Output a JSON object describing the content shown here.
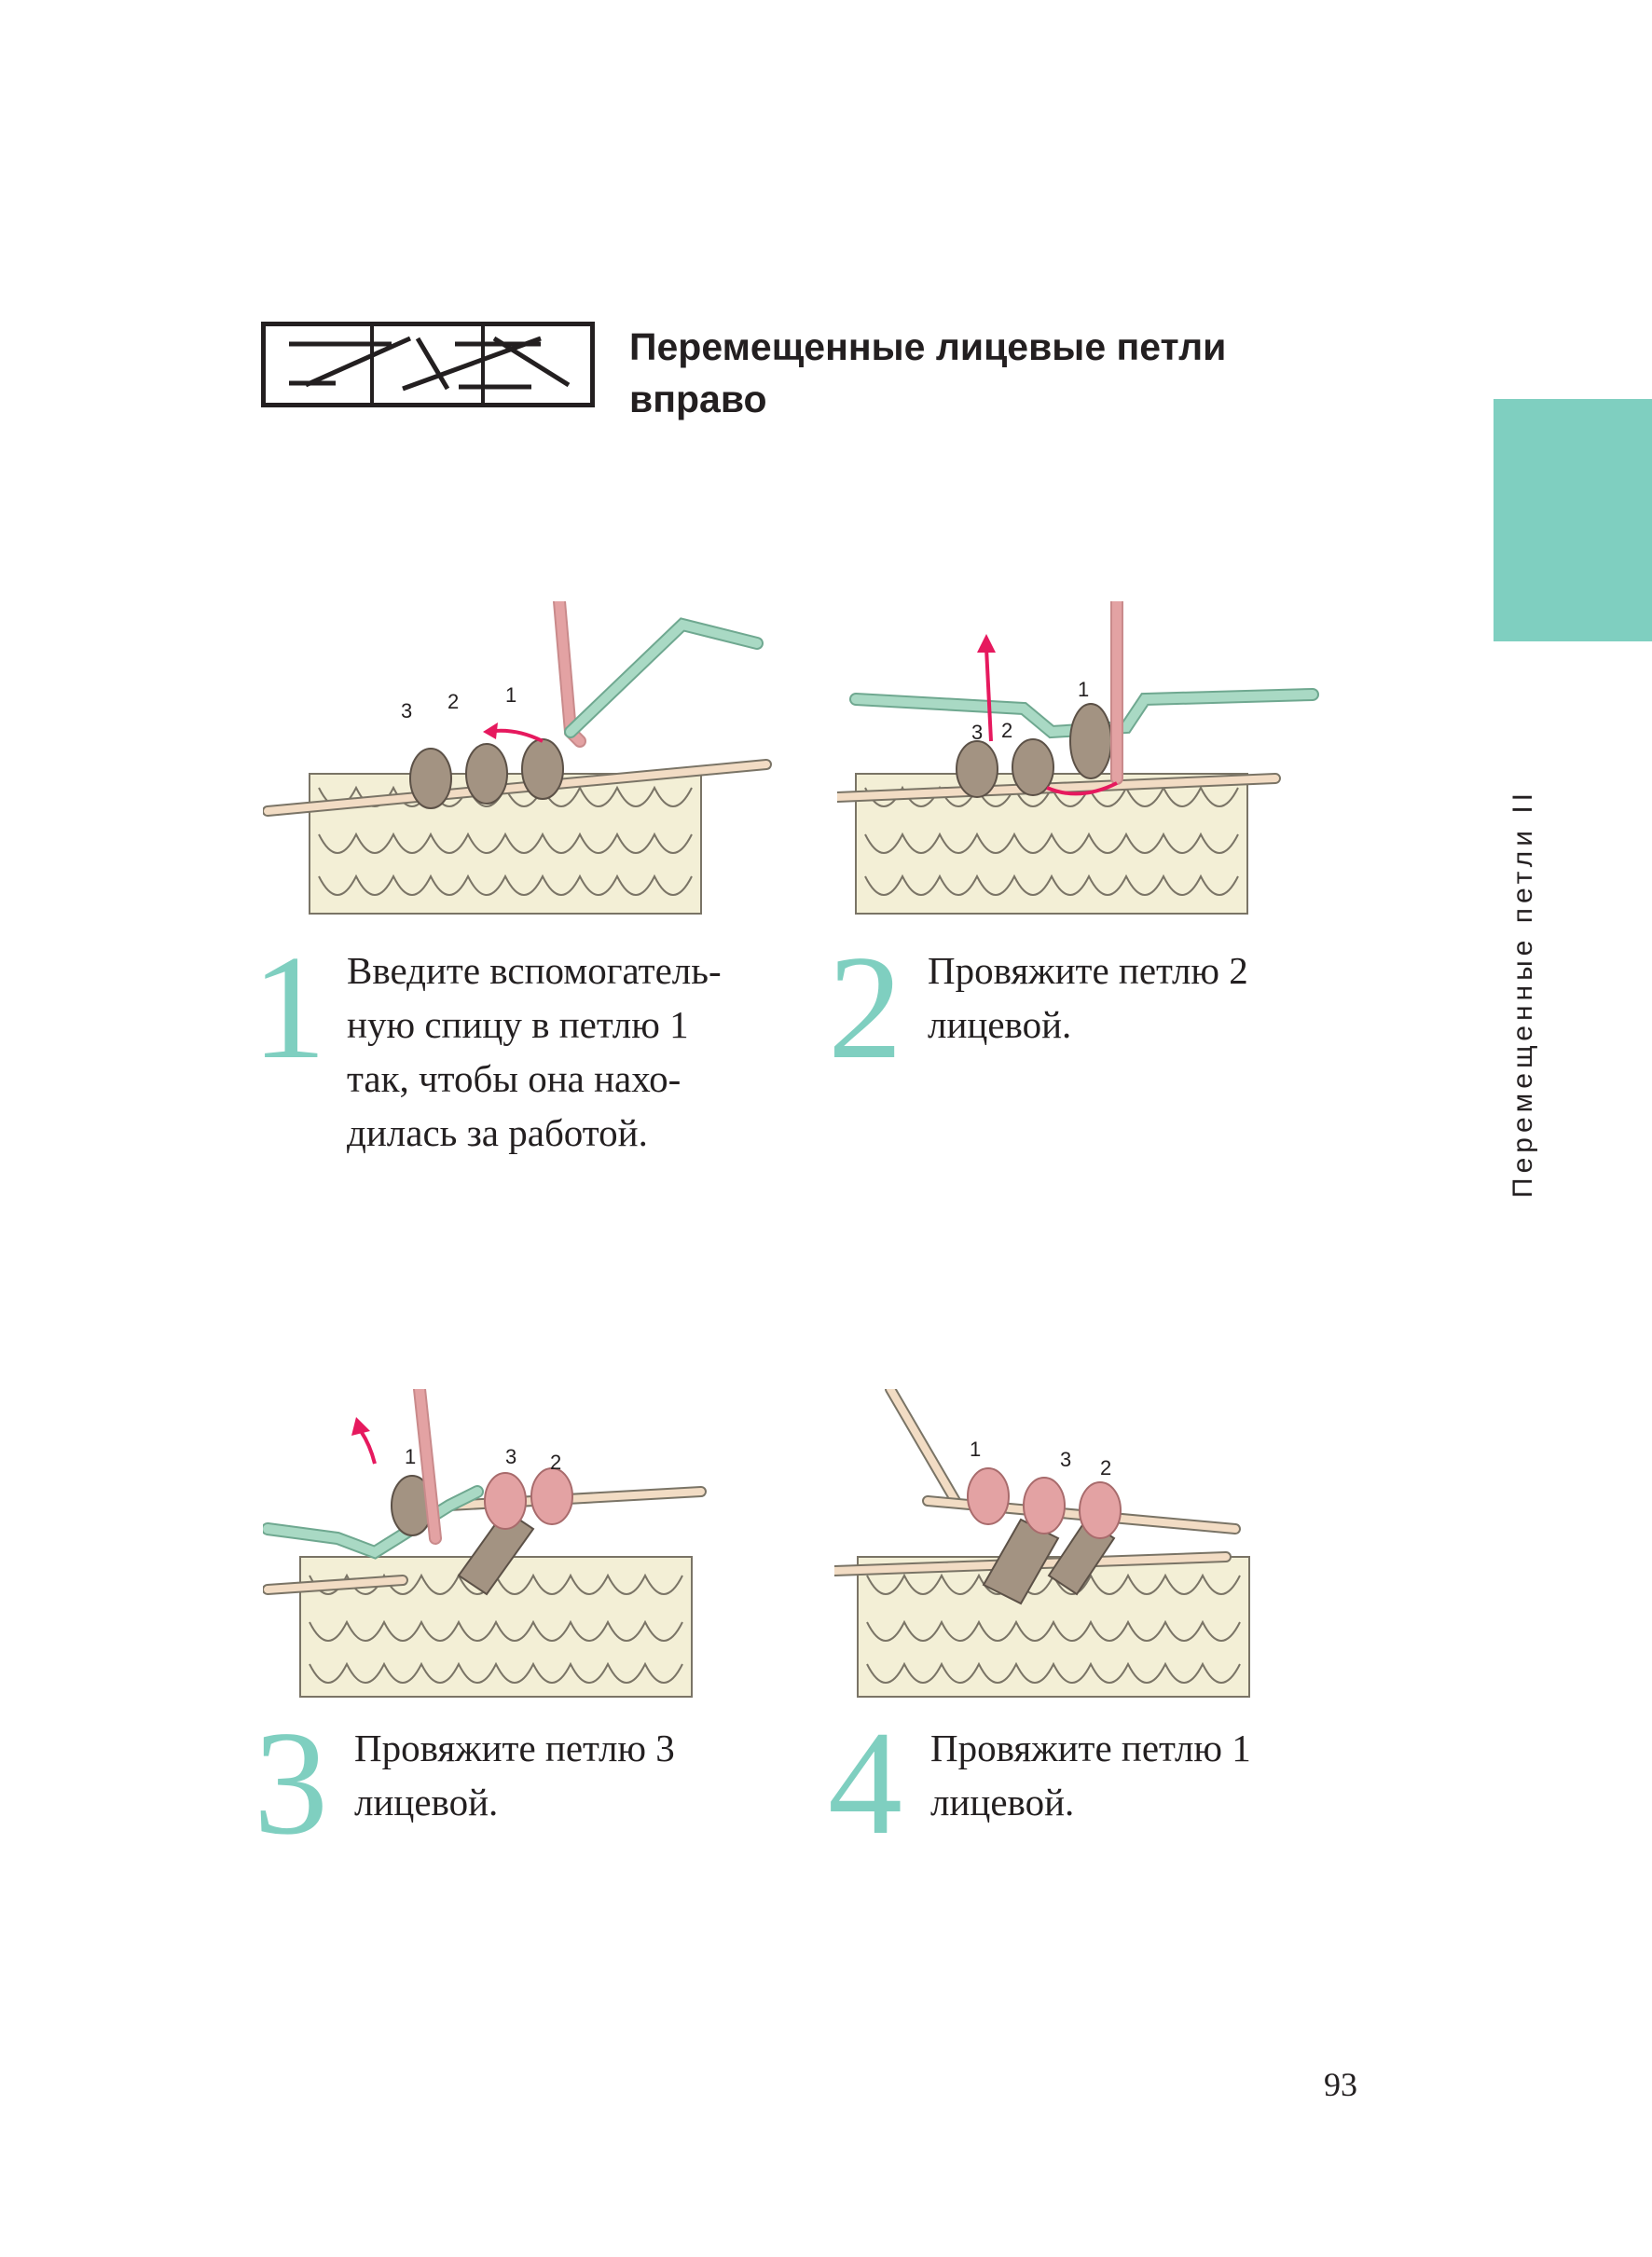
{
  "title": {
    "line1": "Перемещенные лицевые петли",
    "line2": "вправо"
  },
  "side_label": "Перемещенные петли II",
  "steps": [
    {
      "number": "1",
      "lines": [
        "Введите вспомогатель-",
        "ную спицу в петлю 1",
        "так, чтобы она нахо-",
        "дилась за работой."
      ],
      "labels": [
        "3",
        "2",
        "1"
      ]
    },
    {
      "number": "2",
      "lines": [
        "Провяжите петлю 2",
        "лицевой."
      ],
      "labels": [
        "3",
        "2",
        "1"
      ]
    },
    {
      "number": "3",
      "lines": [
        "Провяжите петлю 3",
        "лицевой."
      ],
      "labels": [
        "1",
        "3",
        "2"
      ]
    },
    {
      "number": "4",
      "lines": [
        "Провяжите петлю 1",
        "лицевой."
      ],
      "labels": [
        "1",
        "3",
        "2"
      ]
    }
  ],
  "page_number": "93",
  "colors": {
    "accent": "#7fcfc0",
    "yarn": "#f3efd6",
    "brown_loop": "#a39382",
    "pink_loop": "#e3a2a3",
    "needle_green": "#a9d9c4",
    "arrow": "#e6195e"
  }
}
